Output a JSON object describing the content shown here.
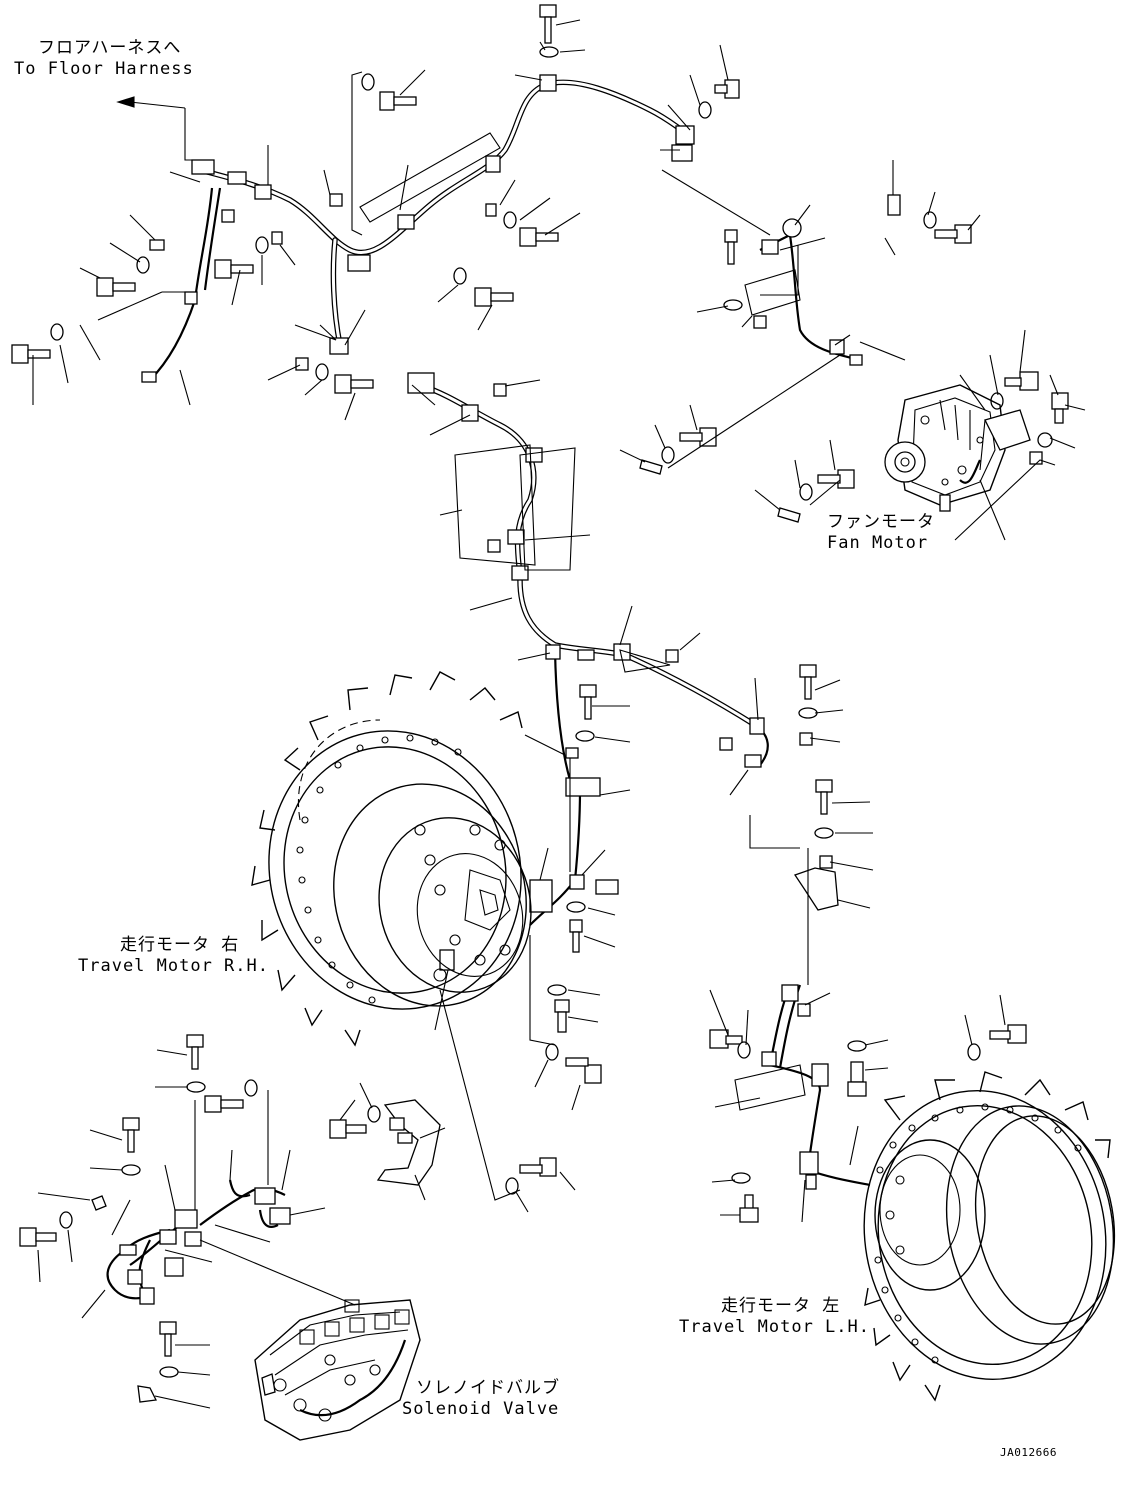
{
  "labels": {
    "floor_harness": {
      "jp": "フロアハーネスへ",
      "en": "To Floor Harness"
    },
    "fan_motor": {
      "jp": "ファンモータ",
      "en": "Fan Motor"
    },
    "travel_motor_rh": {
      "jp": "走行モータ 右",
      "en": "Travel Motor R.H."
    },
    "travel_motor_lh": {
      "jp": "走行モータ 左",
      "en": "Travel Motor L.H."
    },
    "solenoid_valve": {
      "jp": "ソレノイドバルブ",
      "en": "Solenoid Valve"
    }
  },
  "drawing_code": "JA012666",
  "colors": {
    "ink": "#000000",
    "paper": "#ffffff"
  }
}
